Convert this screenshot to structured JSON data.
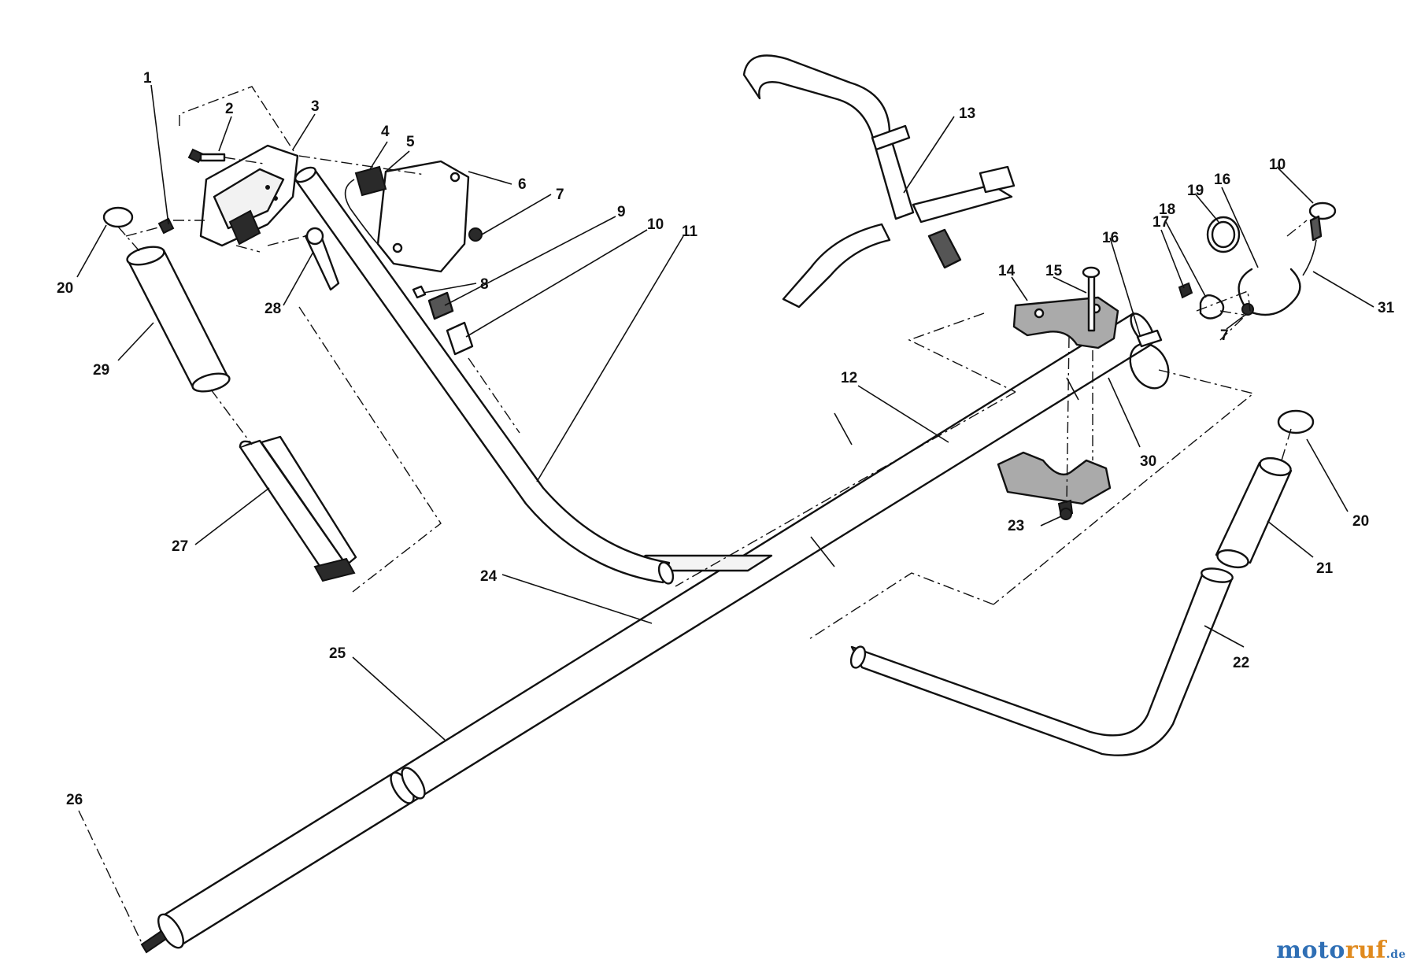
{
  "diagram": {
    "callouts": [
      "1",
      "2",
      "3",
      "4",
      "5",
      "6",
      "7",
      "8",
      "9",
      "10",
      "11",
      "28",
      "29",
      "20",
      "27",
      "13",
      "14",
      "15",
      "16",
      "17",
      "18",
      "19",
      "16",
      "10",
      "31",
      "7",
      "12",
      "30",
      "23",
      "20",
      "21",
      "22",
      "24",
      "25",
      "26"
    ],
    "watermark": {
      "part1": "moto",
      "part2": "ruf",
      "part3": ".de"
    }
  }
}
